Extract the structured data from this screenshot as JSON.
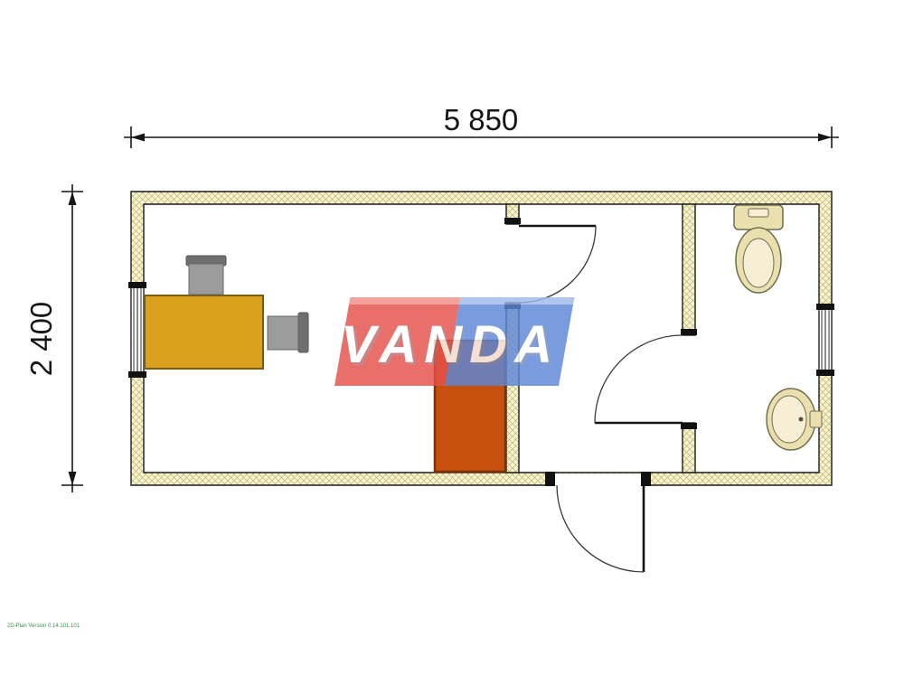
{
  "dimension_labels": {
    "width": "5 850",
    "height": "2 400"
  },
  "watermark": {
    "text": "VANDA"
  },
  "footer_note": "2D-Plan Version 0.14.101.101",
  "colors": {
    "wall_fill": "#f8f4d2",
    "wall_hatch": "#bdb56a",
    "desk_fill": "#d9a11c",
    "desk_border": "#7a5c10",
    "chair_fill": "#9c9c9c",
    "chair_back": "#6f6f6f",
    "cabinet_fill": "#c8500e",
    "cabinet_border": "#7d2f06",
    "fixture_fill": "#eadfae",
    "fixture_inner": "#f6efd6",
    "fixture_border": "#6e6e4e",
    "watermark_red": "#e5504a",
    "watermark_red_light": "#f08d86",
    "watermark_blue": "#5d87d8",
    "watermark_blue_light": "#9fbaeb",
    "watermark_text": "#ffffff",
    "footer_text": "#3f8f4f"
  }
}
